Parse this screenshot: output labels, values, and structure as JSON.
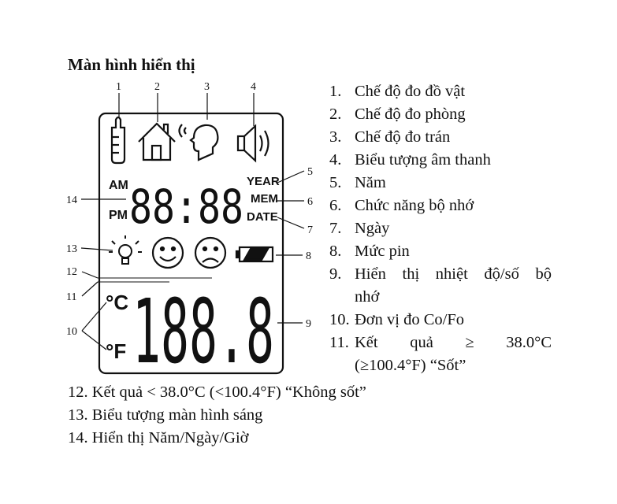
{
  "title": "Màn hình hiển thị",
  "lcd": {
    "am": "AM",
    "pm": "PM",
    "clock": "88:88",
    "year": "YEAR",
    "mem": "MEM",
    "date": "DATE",
    "celsius": "°C",
    "fahrenheit": "°F",
    "temperature": "188.8"
  },
  "callouts": [
    "1",
    "2",
    "3",
    "4",
    "5",
    "6",
    "7",
    "8",
    "9",
    "10",
    "11",
    "12",
    "13",
    "14"
  ],
  "legend_right": [
    {
      "num": "1.",
      "text": "Chế độ đo đồ vật"
    },
    {
      "num": "2.",
      "text": "Chế độ đo phòng"
    },
    {
      "num": "3.",
      "text": "Chế độ đo trán"
    },
    {
      "num": "4.",
      "text": "Biểu tượng âm thanh"
    },
    {
      "num": "5.",
      "text": "Năm"
    },
    {
      "num": "6.",
      "text": "Chức năng bộ nhớ"
    },
    {
      "num": "7.",
      "text": "Ngày"
    },
    {
      "num": "8.",
      "text": "Mức pin"
    },
    {
      "num": "9.",
      "text": "Hiển thị nhiệt độ/số bộ",
      "text2": "nhớ"
    },
    {
      "num": "10.",
      "text": "Đơn vị đo Co/Fo"
    },
    {
      "num": "11.",
      "text": "Kết quả ≥ 38.0°C",
      "text2": "(≥100.4°F) “Sốt”"
    }
  ],
  "legend_bottom": [
    "12. Kết quả < 38.0°C (<100.4°F) “Không sốt”",
    "13. Biểu tượng màn hình sáng",
    "14. Hiển thị Năm/Ngày/Giờ"
  ],
  "icons": [
    "bottle-icon",
    "house-icon",
    "head-icon",
    "speaker-icon",
    "bulb-icon",
    "happy-face-icon",
    "sad-face-icon",
    "battery-icon"
  ]
}
